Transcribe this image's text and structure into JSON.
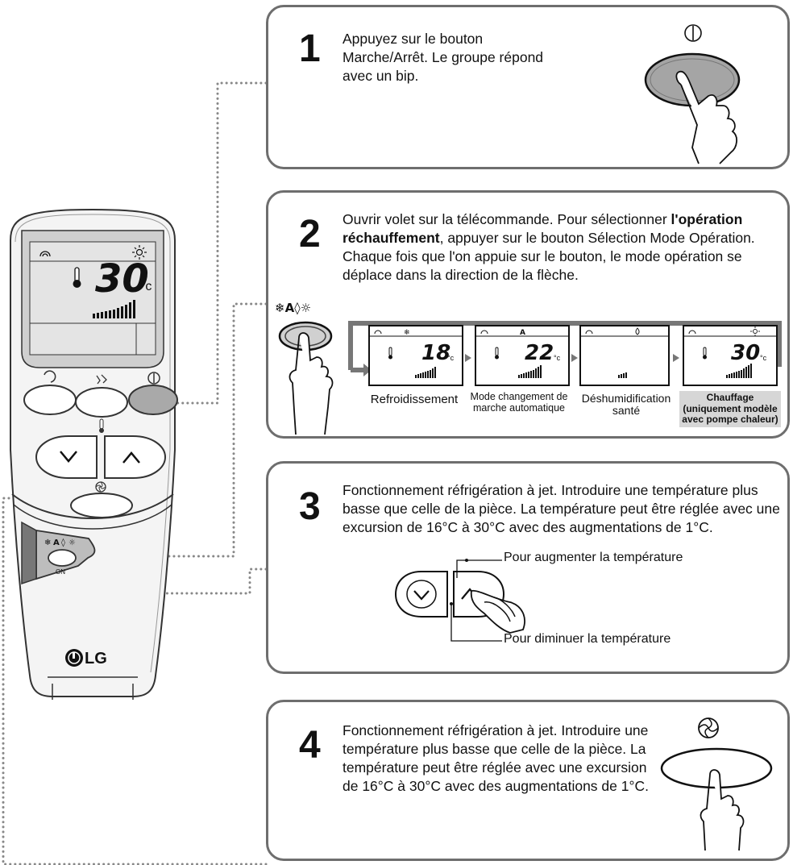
{
  "remote": {
    "display_temp": "30",
    "display_unit": "°c",
    "brand": "LG",
    "on_label": "ON"
  },
  "steps": [
    {
      "number": "1",
      "text": "Appuyez sur le bouton Marche/Arrêt. Le groupe répond avec un bip."
    },
    {
      "number": "2",
      "text_before_bold": "Ouvrir volet sur la télécommande. Pour sélectionner ",
      "bold": "l'opération réchauffement",
      "text_after_bold": ", appuyer sur le bouton Sélection Mode Opération. Chaque fois que l'on appuie sur le bouton, le mode opération se déplace dans la direction de la flèche.",
      "modes": [
        {
          "label": "Refroidissement",
          "temp": "18",
          "unit": "°c"
        },
        {
          "label": "Mode changement de marche automatique",
          "temp": "22",
          "unit": "°c"
        },
        {
          "label": "Déshumidification santé",
          "temp": "",
          "unit": ""
        },
        {
          "label": "Chauffage (uniquement modèle avec pompe chaleur)",
          "temp": "30",
          "unit": "°c"
        }
      ]
    },
    {
      "number": "3",
      "text": "Fonctionnement réfrigération à jet. Introduire une température plus basse que celle de la pièce. La température peut être réglée avec une excursion de 16°C à 30°C avec des augmentations de 1°C.",
      "callout_up": "Pour augmenter la température",
      "callout_down": "Pour diminuer la température"
    },
    {
      "number": "4",
      "text": "Fonctionnement réfrigération à jet. Introduire une température plus basse que celle de la pièce. La température peut être réglée avec une excursion de 16°C à 30°C avec des augmentations de 1°C."
    }
  ],
  "mode_cap_lines": {
    "m1": [
      "Refroidissement"
    ],
    "m2": [
      "Mode changement de",
      "marche automatique"
    ],
    "m3": [
      "Déshumidification",
      "santé"
    ],
    "m4": [
      "Chauffage",
      "(uniquement modèle",
      "avec pompe chaleur)"
    ]
  },
  "colors": {
    "border": "#6e6e6e",
    "remote_body": "#f2f2f2",
    "lcd": "#d9d9d9",
    "highlight": "#d6d6d6"
  }
}
